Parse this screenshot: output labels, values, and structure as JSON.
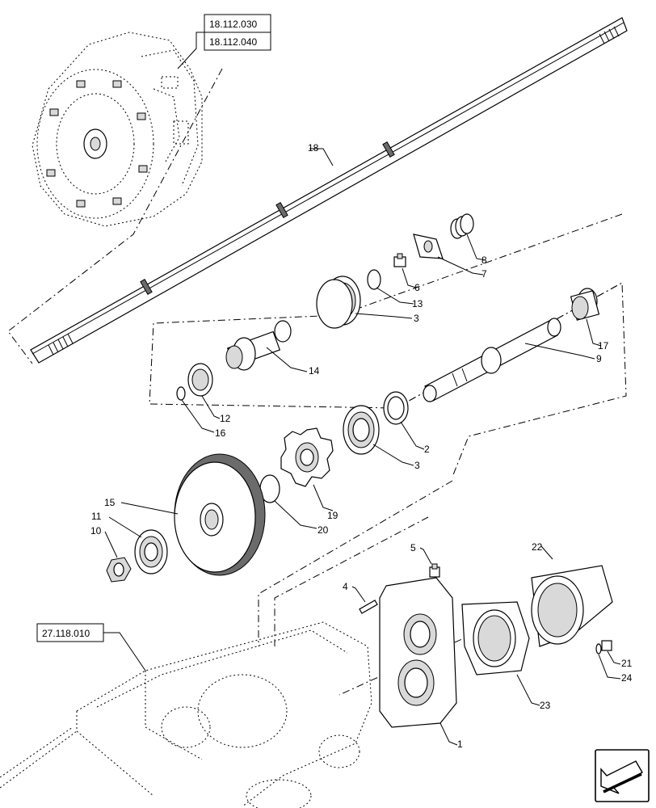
{
  "references": {
    "engine_refs": [
      "18.112.030",
      "18.112.040"
    ],
    "housing_ref": "27.118.010"
  },
  "callouts": {
    "c1": "1",
    "c2": "2",
    "c3a": "3",
    "c3b": "3",
    "c4": "4",
    "c5": "5",
    "c6": "6",
    "c7": "7",
    "c8": "8",
    "c9": "9",
    "c10": "10",
    "c11": "11",
    "c12": "12",
    "c13": "13",
    "c14": "14",
    "c15": "15",
    "c16": "16",
    "c17": "17",
    "c18": "18",
    "c19": "19",
    "c20": "20",
    "c21": "21",
    "c22": "22",
    "c23": "23",
    "c24": "24"
  },
  "nav": {
    "icon": "next-page-arrow-icon"
  }
}
